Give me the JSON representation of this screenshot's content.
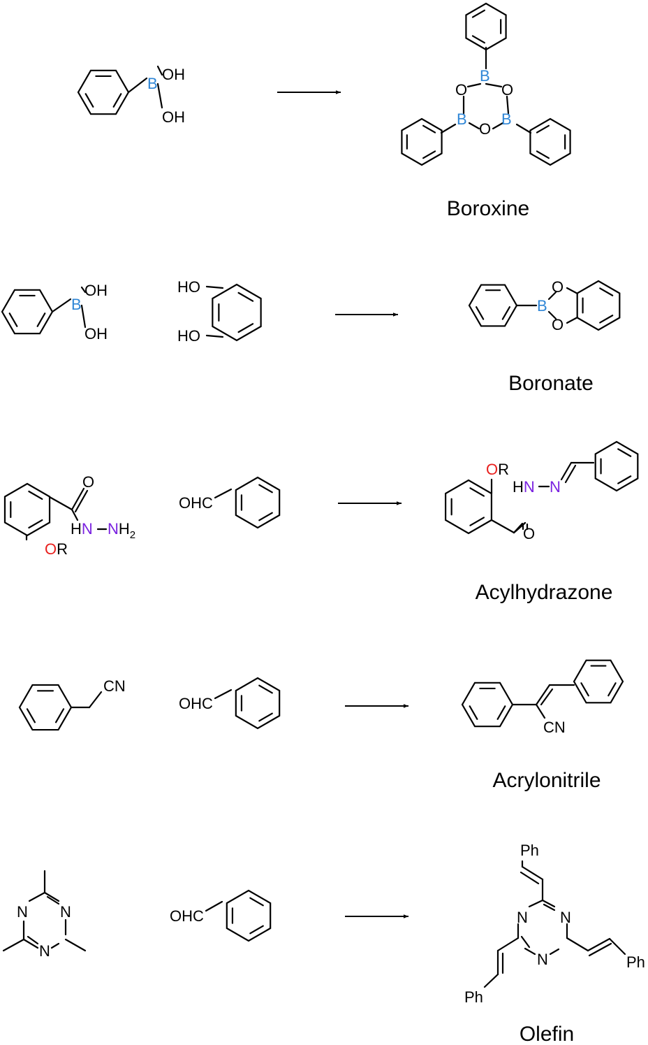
{
  "colors": {
    "boron": "#2f86d6",
    "nitrogen": "#7a22e0",
    "oxygen": "#e8201e",
    "bond": "#000000"
  },
  "atoms": {
    "B": "B",
    "OH": "OH",
    "HO": "HO",
    "O": "O",
    "N": "N",
    "OHC": "OHC",
    "CN": "CN",
    "OR_O": "O",
    "R": "R",
    "H": "H",
    "NH2_N": "N",
    "NH2_H": "H",
    "two": "2",
    "Ph": "Ph"
  },
  "reactions": [
    {
      "product_name": "Boroxine"
    },
    {
      "product_name": "Boronate"
    },
    {
      "product_name": "Acylhydrazone"
    },
    {
      "product_name": "Acrylonitrile"
    },
    {
      "product_name": "Olefin"
    }
  ]
}
